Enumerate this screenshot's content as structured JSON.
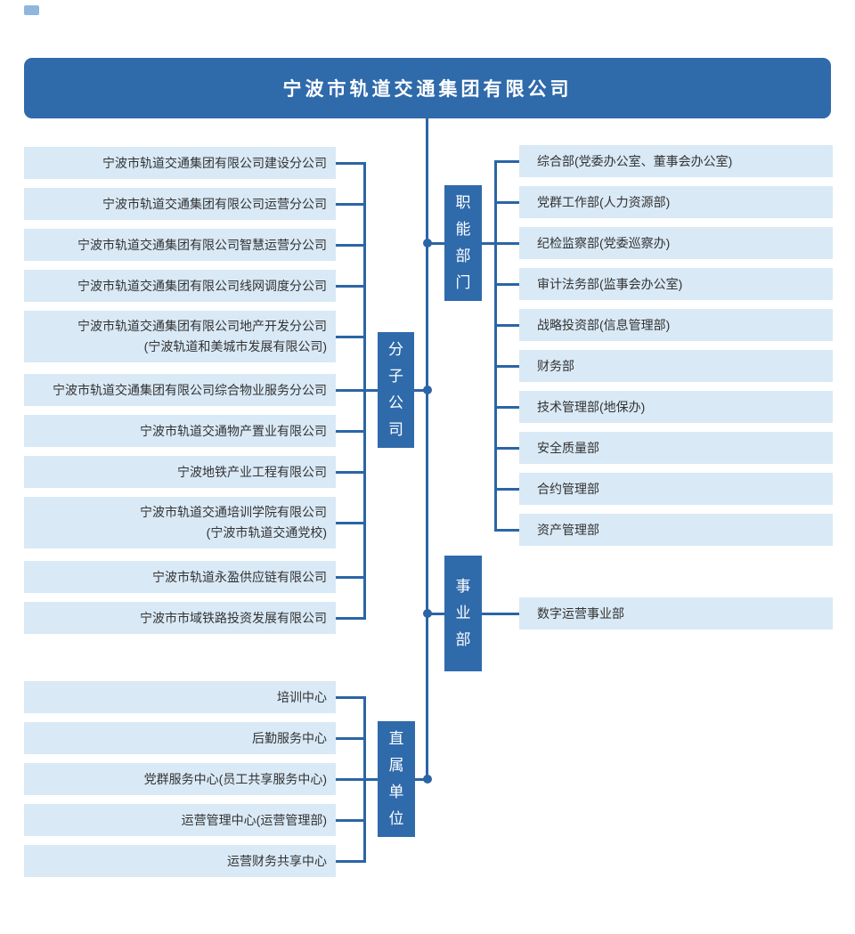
{
  "title": "宁波市轨道交通集团有限公司",
  "colors": {
    "primary_blue": "#2f6aab",
    "light_blue": "#d9e9f6",
    "text": "#333333"
  },
  "groups": {
    "branch_companies": {
      "label": "分子公司",
      "items": [
        {
          "line1": "宁波市轨道交通集团有限公司建设分公司"
        },
        {
          "line1": "宁波市轨道交通集团有限公司运营分公司"
        },
        {
          "line1": "宁波市轨道交通集团有限公司智慧运营分公司"
        },
        {
          "line1": "宁波市轨道交通集团有限公司线网调度分公司"
        },
        {
          "line1": "宁波市轨道交通集团有限公司地产开发分公司",
          "line2": "(宁波轨道和美城市发展有限公司)"
        },
        {
          "line1": "宁波市轨道交通集团有限公司综合物业服务分公司"
        },
        {
          "line1": "宁波市轨道交通物产置业有限公司"
        },
        {
          "line1": "宁波地铁产业工程有限公司"
        },
        {
          "line1": "宁波市轨道交通培训学院有限公司",
          "line2": "(宁波市轨道交通党校)"
        },
        {
          "line1": "宁波市轨道永盈供应链有限公司"
        },
        {
          "line1": "宁波市市域铁路投资发展有限公司"
        }
      ]
    },
    "functional_departments": {
      "label": "职能部门",
      "items": [
        "综合部(党委办公室、董事会办公室)",
        "党群工作部(人力资源部)",
        "纪检监察部(党委巡察办)",
        "审计法务部(监事会办公室)",
        "战略投资部(信息管理部)",
        "财务部",
        "技术管理部(地保办)",
        "安全质量部",
        "合约管理部",
        "资产管理部"
      ]
    },
    "business_division": {
      "label": "事业部",
      "items": [
        "数字运营事业部"
      ]
    },
    "direct_units": {
      "label": "直属单位",
      "items": [
        "培训中心",
        "后勤服务中心",
        "党群服务中心(员工共享服务中心)",
        "运营管理中心(运营管理部)",
        "运营财务共享中心"
      ]
    }
  }
}
